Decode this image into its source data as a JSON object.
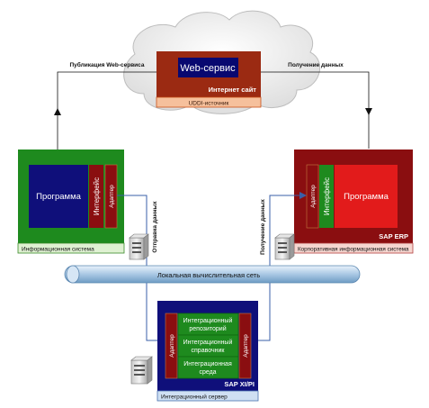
{
  "web_service": {
    "title": "Web-сервис",
    "site_label": "Интернет сайт",
    "caption": "UDDI-источник"
  },
  "arrows": {
    "publish": "Публикация Web-сервиса",
    "receive_top": "Получение данных",
    "send": "Отправка данных",
    "receive_mid": "Получение данных"
  },
  "left_system": {
    "program": "Программа",
    "interface": "Интерфейс",
    "adapter": "Адаптер",
    "caption": "Информационная система"
  },
  "right_system": {
    "program": "Программа",
    "interface": "Интерфейс",
    "adapter": "Адаптер",
    "name": "SAP ERP",
    "caption": "Корпоративная информационная система"
  },
  "network": {
    "label": "Локальная вычислительная сеть"
  },
  "integration_server": {
    "adapter_left": "Адаптер",
    "adapter_right": "Адаптер",
    "repository": [
      "Интеграционный",
      "репозиторий"
    ],
    "directory": [
      "Интеграционный",
      "справочник"
    ],
    "environment": [
      "Интеграционная",
      "среда"
    ],
    "name": "SAP XI/PI",
    "caption": "Интеграционный сервер"
  },
  "colors": {
    "green": "#1e8a1e",
    "dark_green": "#0e6a0e",
    "navy": "#0f0f7a",
    "dark_red": "#8a0e10",
    "red": "#e21b1b",
    "brown": "#9b2a12",
    "orange": "#c8501a",
    "deep_blue": "#080870",
    "pipe": "#b9d4ea"
  }
}
